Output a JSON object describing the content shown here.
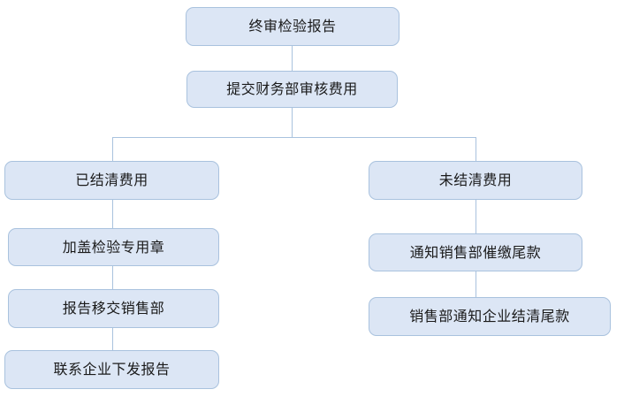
{
  "chart_data": {
    "type": "diagram",
    "title": "",
    "layout": "top-down-flowchart",
    "orientation": "vertical",
    "palette": {
      "node_fill": "#dce6f5",
      "node_border": "#a9c2de",
      "connector": "#a9c2de",
      "text": "#1a1a1a",
      "background": "#ffffff"
    },
    "nodes": [
      {
        "id": "n1",
        "label": "终审检验报告",
        "branch": "root",
        "order": 1
      },
      {
        "id": "n2",
        "label": "提交财务部审核费用",
        "branch": "root",
        "order": 2
      },
      {
        "id": "n3",
        "label": "已结清费用",
        "branch": "left",
        "order": 1
      },
      {
        "id": "n4",
        "label": "加盖检验专用章",
        "branch": "left",
        "order": 2
      },
      {
        "id": "n5",
        "label": "报告移交销售部",
        "branch": "left",
        "order": 3
      },
      {
        "id": "n6",
        "label": "联系企业下发报告",
        "branch": "left",
        "order": 4
      },
      {
        "id": "n7",
        "label": "未结清费用",
        "branch": "right",
        "order": 1
      },
      {
        "id": "n8",
        "label": "通知销售部催缴尾款",
        "branch": "right",
        "order": 2
      },
      {
        "id": "n9",
        "label": "销售部通知企业结清尾款",
        "branch": "right",
        "order": 3
      }
    ],
    "edges": [
      {
        "from": "n1",
        "to": "n2",
        "style": "straight"
      },
      {
        "from": "n2",
        "to": "n3",
        "style": "elbow"
      },
      {
        "from": "n2",
        "to": "n7",
        "style": "elbow"
      },
      {
        "from": "n3",
        "to": "n4",
        "style": "straight"
      },
      {
        "from": "n4",
        "to": "n5",
        "style": "straight"
      },
      {
        "from": "n5",
        "to": "n6",
        "style": "straight"
      },
      {
        "from": "n7",
        "to": "n8",
        "style": "straight"
      },
      {
        "from": "n8",
        "to": "n9",
        "style": "straight"
      }
    ]
  },
  "diagram": {
    "nodes": {
      "final_report": "终审检验报告",
      "submit_finance_review": "提交财务部审核费用",
      "fees_settled": "已结清费用",
      "stamp_inspection_seal": "加盖检验专用章",
      "transfer_report_sales": "报告移交销售部",
      "contact_enterprise_issue": "联系企业下发报告",
      "fees_unsettled": "未结清费用",
      "notify_sales_collect": "通知销售部催缴尾款",
      "sales_notify_enterprise": "销售部通知企业结清尾款"
    }
  }
}
